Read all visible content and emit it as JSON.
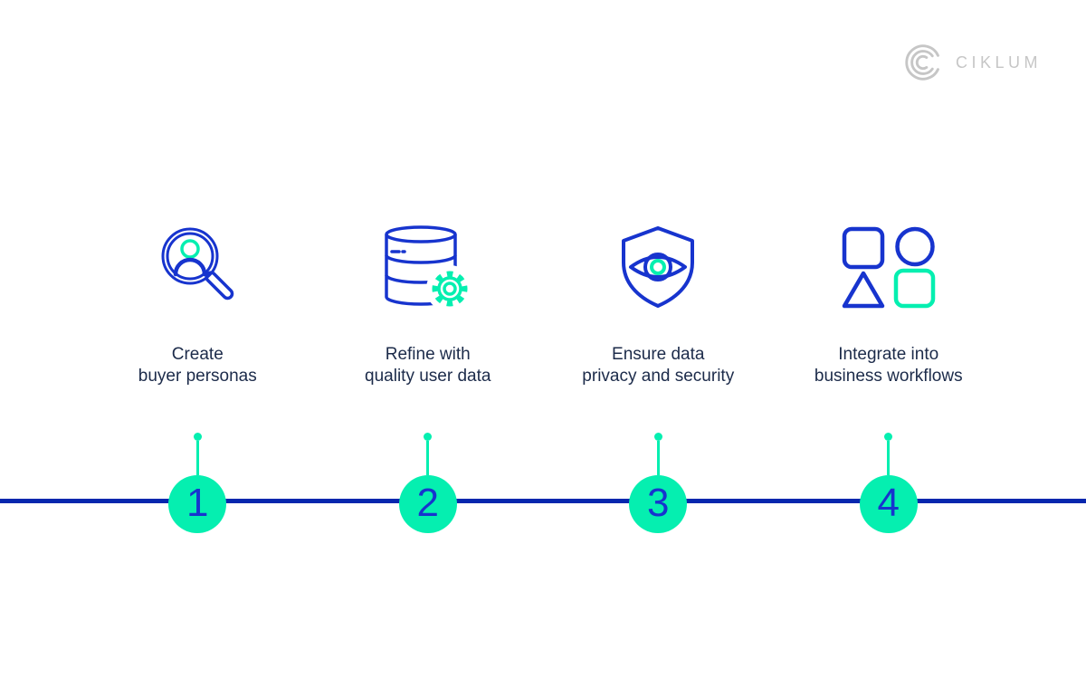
{
  "logo": {
    "brand": "CIKLUM"
  },
  "colors": {
    "icon_blue": "#1734CE",
    "line_blue": "#0727AE",
    "mint_green": "#05EFB0",
    "text_navy": "#1C2B4A",
    "logo_gray": "#C6C6C6"
  },
  "timeline": {
    "orientation": "horizontal",
    "node_count": 4
  },
  "steps": [
    {
      "number": "1",
      "label_line1": "Create",
      "label_line2": "buyer personas",
      "icon": "magnifier-person-icon"
    },
    {
      "number": "2",
      "label_line1": "Refine with",
      "label_line2": "quality user data",
      "icon": "database-gear-icon"
    },
    {
      "number": "3",
      "label_line1": "Ensure data",
      "label_line2": "privacy and security",
      "icon": "shield-eye-icon"
    },
    {
      "number": "4",
      "label_line1": "Integrate into",
      "label_line2": "business workflows",
      "icon": "shapes-grid-icon"
    }
  ]
}
